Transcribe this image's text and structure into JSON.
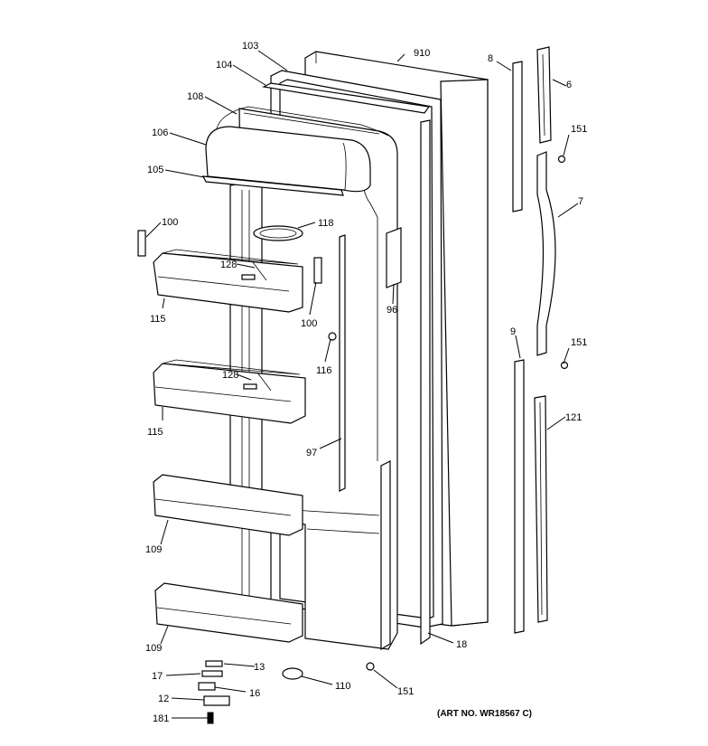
{
  "art_number": "(ART NO. WR18567 C)",
  "labels": {
    "l103": "103",
    "l104": "104",
    "l108": "108",
    "l106": "106",
    "l105": "105",
    "l910": "910",
    "l8": "8",
    "l6": "6",
    "l151a": "151",
    "l7": "7",
    "l100a": "100",
    "l118": "118",
    "l128a": "128",
    "l100b": "100",
    "l96": "96",
    "l115a": "115",
    "l116": "116",
    "l128b": "128",
    "l115b": "115",
    "l97": "97",
    "l9": "9",
    "l151b": "151",
    "l121": "121",
    "l109a": "109",
    "l109b": "109",
    "l18": "18",
    "l13": "13",
    "l17": "17",
    "l16": "16",
    "l12": "12",
    "l181": "181",
    "l110": "110",
    "l151c": "151"
  }
}
